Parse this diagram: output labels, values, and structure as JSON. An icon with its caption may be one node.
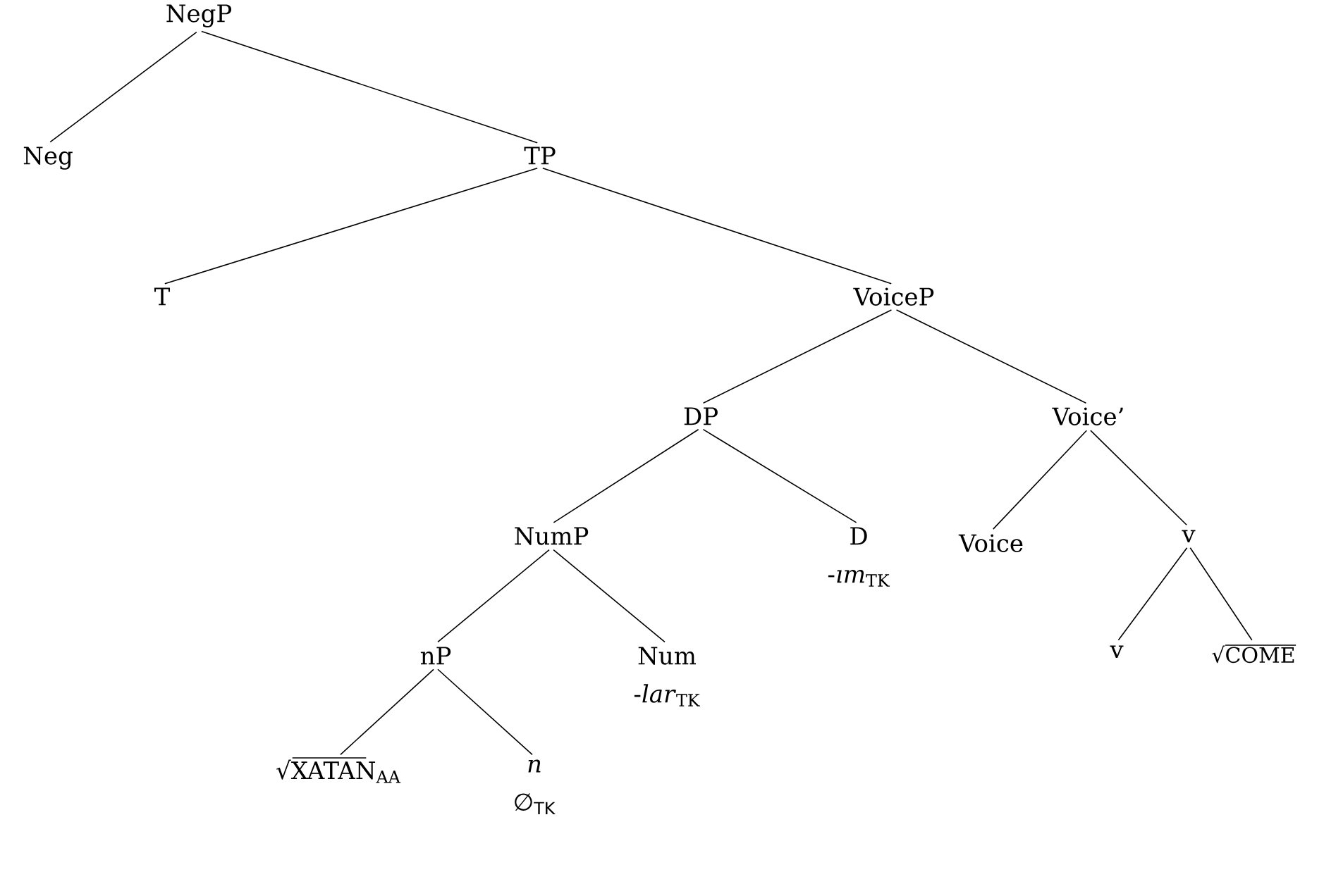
{
  "diagram": {
    "nodes": [
      {
        "text": [
          "NegP"
        ]
      },
      {
        "text": [
          "Neg"
        ]
      },
      {
        "text": [
          "TP"
        ]
      },
      {
        "text": [
          "T"
        ]
      },
      {
        "text": [
          "VoiceP"
        ]
      },
      {
        "text": [
          "DP"
        ]
      },
      {
        "text": [
          "Voice’"
        ]
      },
      {
        "text": [
          "NumP"
        ]
      },
      {
        "text": [
          "D",
          "-*ım*$_{TK}$"
        ]
      },
      {
        "text": [
          "Voice"
        ]
      },
      {
        "text": [
          "v"
        ]
      },
      {
        "text": [
          "nP"
        ]
      },
      {
        "text": [
          "Num",
          "-*lar*$_{TK}$"
        ]
      },
      {
        "text": [
          "√XATAN$_{AA}$"
        ]
      },
      {
        "text": [
          "n",
          "∅$_{TK}$"
        ]
      },
      {
        "text": [
          "v"
        ]
      },
      {
        "text": [
          "√COME"
        ]
      }
    ],
    "edges": [
      {
        "from": 0,
        "to": 1,
        "arrow": "none"
      },
      {
        "from": 0,
        "to": 2,
        "arrow": "none"
      },
      {
        "from": 2,
        "to": 3,
        "arrow": "none"
      },
      {
        "from": 2,
        "to": 4,
        "arrow": "none"
      },
      {
        "from": 4,
        "to": 5,
        "arrow": "none"
      },
      {
        "from": 4,
        "to": 6,
        "arrow": "none"
      },
      {
        "from": 5,
        "to": 7,
        "arrow": "none"
      },
      {
        "from": 5,
        "to": 8,
        "arrow": "none"
      },
      {
        "from": 6,
        "to": 9,
        "arrow": "none"
      },
      {
        "from": 6,
        "to": 10,
        "arrow": "none"
      },
      {
        "from": 7,
        "to": 11,
        "arrow": "none"
      },
      {
        "from": 7,
        "to": 12,
        "arrow": "none"
      },
      {
        "from": 11,
        "to": 13,
        "arrow": "none"
      },
      {
        "from": 11,
        "to": 14,
        "arrow": "none"
      },
      {
        "from": 10,
        "to": 15,
        "arrow": "none"
      },
      {
        "from": 10,
        "to": 16,
        "arrow": "none"
      }
    ]
  }
}
